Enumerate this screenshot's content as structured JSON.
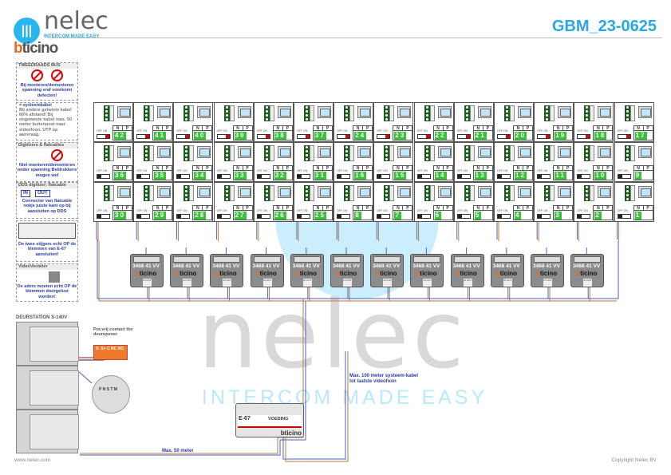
{
  "header": {
    "brand": "nelec",
    "tagline": "INTERCOM MADE EASY",
    "partner": "bticino",
    "doc_id": "GBM_23-0625"
  },
  "watermark": {
    "word": "nelec",
    "tagline": "INTERCOM MADE EASY"
  },
  "monitors": {
    "rows": [
      [
        "42",
        "41",
        "40",
        "39",
        "38",
        "37",
        "24",
        "23",
        "22",
        "21",
        "20",
        "19",
        "18",
        "17"
      ],
      [
        "36",
        "35",
        "34",
        "33",
        "32",
        "31",
        "16",
        "15",
        "14",
        "13",
        "12",
        "11",
        "10",
        "9"
      ],
      [
        "30",
        "29",
        "28",
        "27",
        "26",
        "25",
        "8",
        "7",
        "6",
        "5",
        "4",
        "3",
        "2",
        "1"
      ]
    ],
    "col_n": "N",
    "col_p": "P",
    "switch_label": "OFF ON"
  },
  "distributors": {
    "count": 12,
    "code": "3468 41  VV",
    "brand": "bticino",
    "port_label": "IN OUT"
  },
  "legend": {
    "bus_title": "TWEEDRAADS BUS",
    "bus_warning": "Bij monteren/demonteren spanning eraf voorkomt defecten!",
    "cable_title": "= systeemkabel",
    "cable_text": "Bij andere getwiste kabel 66% afstand! Bij ongetwiste kabel max. 50 meter buitenpost naar videofoon. UTP op aanvraag.",
    "digitizer_title": "Digitizers & flatcables",
    "digitizer_warning": "Niet monteren/demonteren onder spanning Beldrukkers mogen wel",
    "dds_title": "DDS digitizer: flatcable",
    "dds_in": "IN",
    "dds_out": "OUT",
    "dds_text": "Connector van flatcable nokje juiste kant op bij aansluiten op DDS",
    "e67_text": "De twee stijgers echt OP de klemmen van E-67 aansluiten!",
    "vv_title": "VideoVerdeler",
    "vv_text": "De aders moeten echt OP de klemmen doorgelust worden!"
  },
  "door_station": {
    "title": "DEURSTATION S-140V"
  },
  "contact": {
    "label": "Pot.vrij contact tbv deuropener",
    "terminals": "S-  S+ C NC NO"
  },
  "zoom_terminals": "P N S T M",
  "power_supply": {
    "model": "E-67",
    "label": "VOEDING",
    "brand": "bticino"
  },
  "notes": {
    "max100": "Max. 100 meter systeem-kabel tot laatste videofoon",
    "max50": "Max. 50 meter"
  },
  "footer": {
    "website": "www.nelec.com",
    "copyright": "Copyright Nelec BV"
  },
  "colors": {
    "accent": "#29a8e0",
    "bticino": "#e86a1c",
    "wire_blue": "#4a5fc1",
    "wire_brown": "#b7793e",
    "digit_green": "#3bc23b"
  }
}
